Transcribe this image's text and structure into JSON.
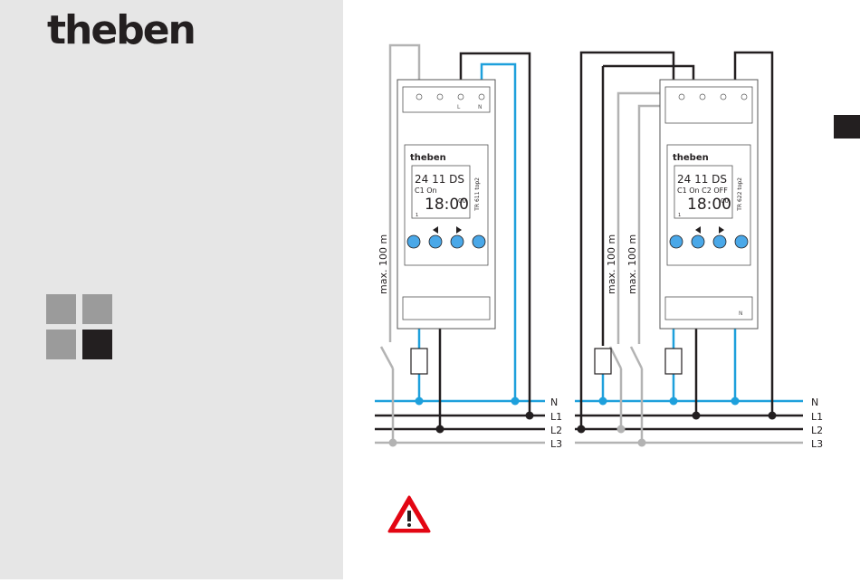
{
  "brand": {
    "logo_text": "theben"
  },
  "colors": {
    "panel_bg": "#e6e6e6",
    "neutral_blue": "#1ea0dc",
    "phase_black": "#231f20",
    "phase_gray": "#b3b3b3",
    "square_gray": "#9b9b9b",
    "square_dark": "#231f20",
    "device_bg": "#ffffff",
    "device_stroke": "#555555",
    "button_blue": "#4aa8e8",
    "warning_red": "#e30613"
  },
  "device1": {
    "brand": "theben",
    "model": "TR 611 top2",
    "display_line1": "24  11  DS",
    "display_line2": "C1 On",
    "display_time": "18:00",
    "display_seconds": "00",
    "switch_symbol": "1"
  },
  "device2": {
    "brand": "theben",
    "model": "TR 622 top2",
    "display_line1": "24  11  DS",
    "display_line2": "C1 On  C2 OFF",
    "display_time": "18:00",
    "display_seconds": "00",
    "switch_symbol": "1"
  },
  "cable_label": "max. 100 m",
  "terminal_labels": {
    "L": "L",
    "N": "N"
  },
  "bus_left": [
    "N",
    "L1",
    "L2",
    "L3"
  ],
  "bus_right": [
    "N",
    "L1",
    "L2",
    "L3"
  ],
  "warning_icon": "warning-triangle-icon"
}
